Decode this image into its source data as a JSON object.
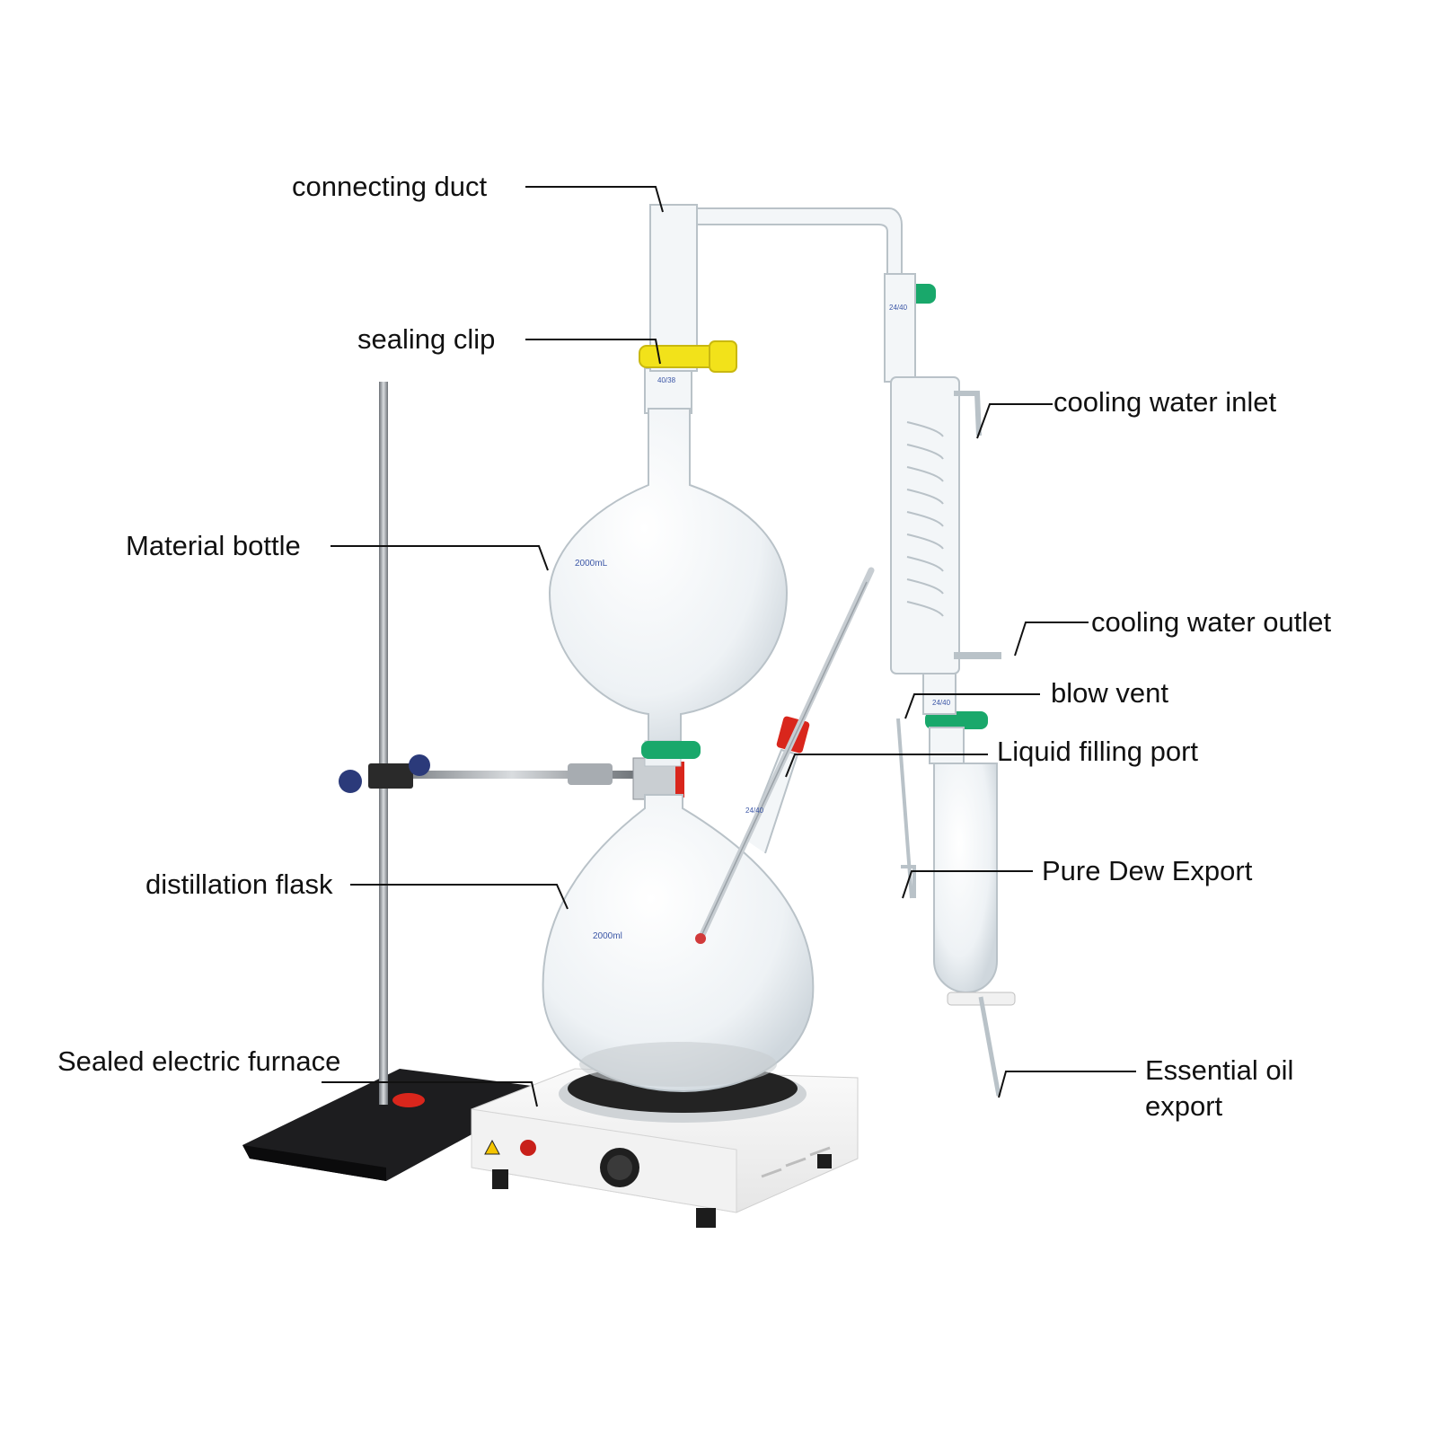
{
  "labels": {
    "connecting_duct": "connecting duct",
    "sealing_clip": "sealing clip",
    "material_bottle": "Material bottle",
    "distillation_flask": "distillation flask",
    "sealed_electric_furnace": "Sealed electric furnace",
    "cooling_water_inlet": "cooling water inlet",
    "cooling_water_outlet": "cooling water outlet",
    "blow_vent": "blow vent",
    "liquid_filling_port": "Liquid filling port",
    "pure_dew_export": "Pure Dew Export",
    "essential_oil_export": "Essential oil\nexport"
  },
  "glass_markings": {
    "material_bottle_volume": "2000mL",
    "distillation_flask_volume": "2000ml",
    "joint_top": "40/38",
    "joint_condenser_top": "24/40",
    "joint_condenser_mid": "24/40",
    "joint_side_arm": "24/40"
  },
  "colors": {
    "line": "#111111",
    "glass_stroke": "#b9c2c8",
    "glass_fill": "#f3f6f8",
    "clip_yellow": "#f2e21a",
    "clip_green": "#19a86b",
    "knob_blue": "#2b3a7a",
    "cap_red": "#d9261c",
    "stand_black": "#1d1d1f",
    "rod_metal": "#8a8f94",
    "hotplate_white": "#f4f4f4",
    "burner_black": "#232323",
    "warning_yellow": "#f4c400"
  }
}
